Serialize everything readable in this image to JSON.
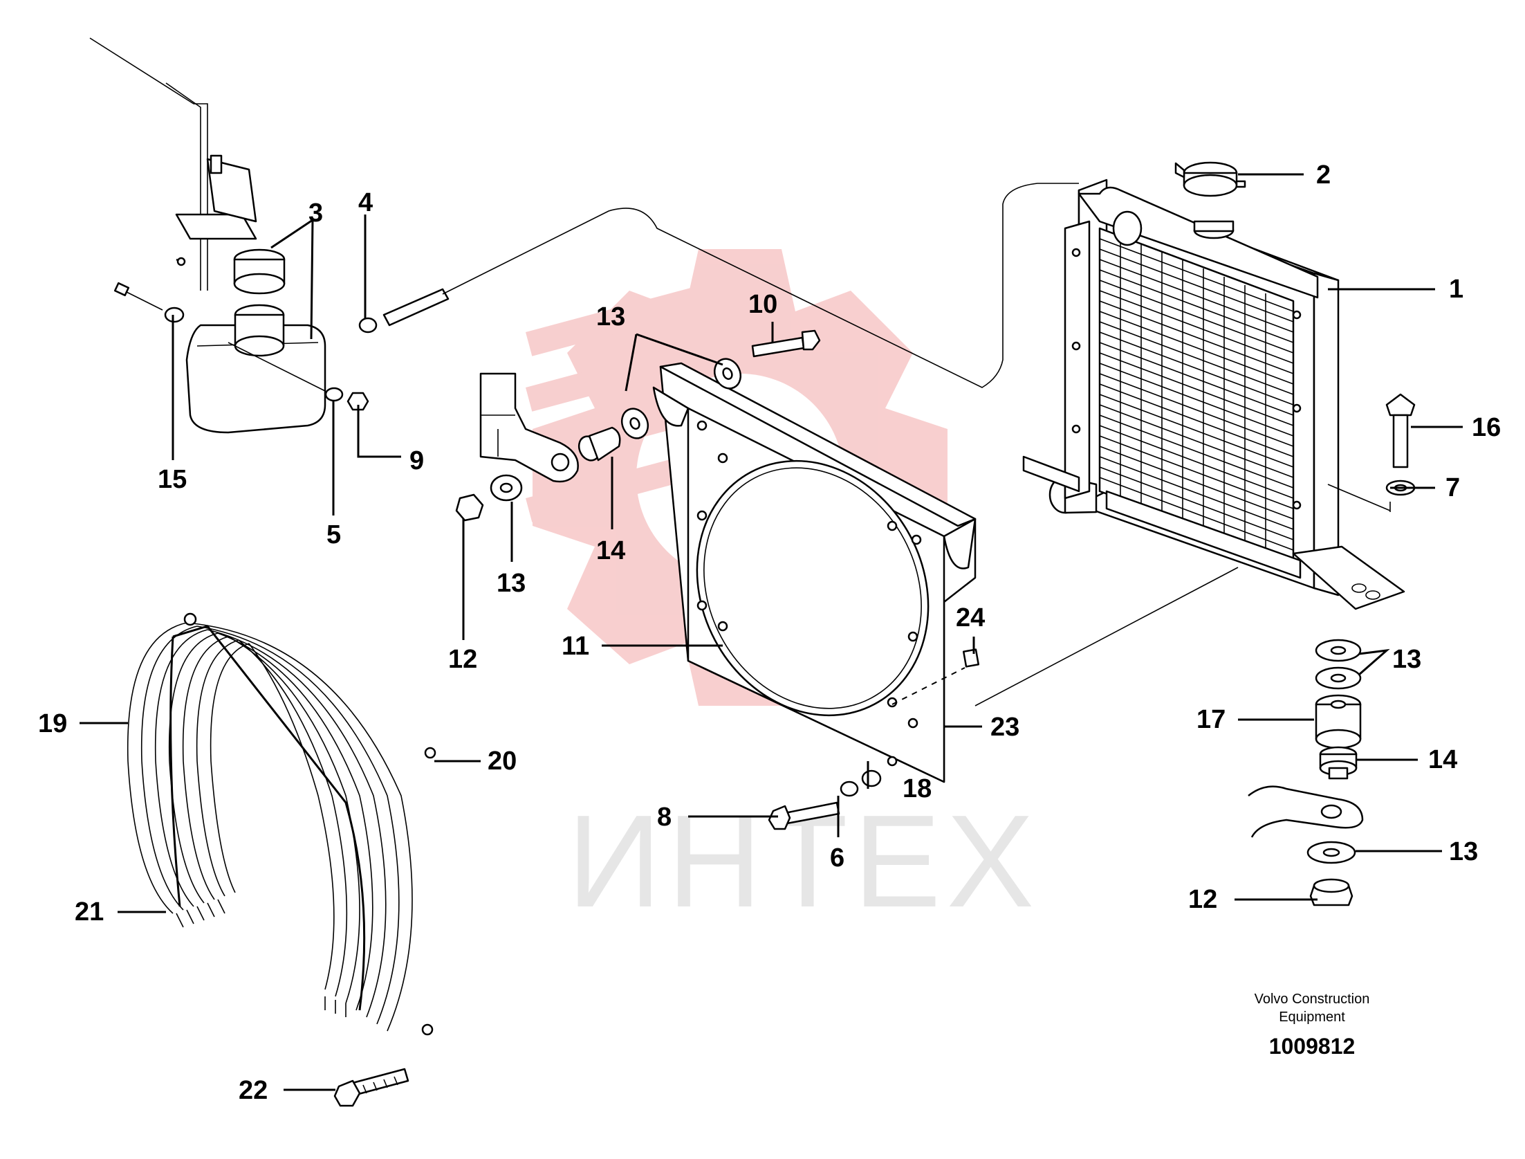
{
  "watermark": {
    "text": "ИНТЕХ",
    "logo_color": "#f7caca",
    "text_color": "#e6e6e6"
  },
  "footer": {
    "line1": "Volvo Construction",
    "line2": "Equipment",
    "doc_number": "1009812"
  },
  "callouts": [
    {
      "id": "c1",
      "label": "1"
    },
    {
      "id": "c2",
      "label": "2"
    },
    {
      "id": "c3",
      "label": "3"
    },
    {
      "id": "c4",
      "label": "4"
    },
    {
      "id": "c5",
      "label": "5"
    },
    {
      "id": "c6",
      "label": "6"
    },
    {
      "id": "c7",
      "label": "7"
    },
    {
      "id": "c8",
      "label": "8"
    },
    {
      "id": "c9",
      "label": "9"
    },
    {
      "id": "c10",
      "label": "10"
    },
    {
      "id": "c11",
      "label": "11"
    },
    {
      "id": "c12a",
      "label": "12"
    },
    {
      "id": "c12b",
      "label": "12"
    },
    {
      "id": "c13a",
      "label": "13"
    },
    {
      "id": "c13b",
      "label": "13"
    },
    {
      "id": "c13c",
      "label": "13"
    },
    {
      "id": "c13d",
      "label": "13"
    },
    {
      "id": "c14a",
      "label": "14"
    },
    {
      "id": "c14b",
      "label": "14"
    },
    {
      "id": "c15",
      "label": "15"
    },
    {
      "id": "c16",
      "label": "16"
    },
    {
      "id": "c17",
      "label": "17"
    },
    {
      "id": "c18",
      "label": "18"
    },
    {
      "id": "c19",
      "label": "19"
    },
    {
      "id": "c20",
      "label": "20"
    },
    {
      "id": "c21",
      "label": "21"
    },
    {
      "id": "c22",
      "label": "22"
    },
    {
      "id": "c23",
      "label": "23"
    },
    {
      "id": "c24",
      "label": "24"
    }
  ]
}
